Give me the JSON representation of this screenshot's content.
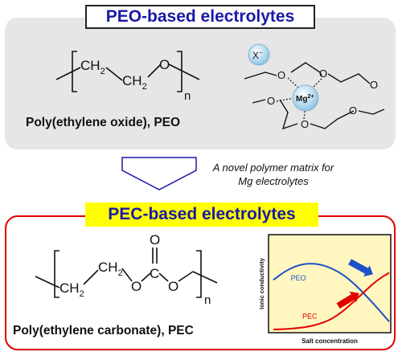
{
  "peo_section": {
    "title": "PEO-based electrolytes",
    "structure": {
      "ch2_a": "CH",
      "ch2_b": "CH",
      "sub2": "2",
      "oxygen": "O",
      "n": "n"
    },
    "name": "Poly(ethylene oxide), PEO",
    "complex": {
      "anion": "X",
      "anion_charge": "−",
      "cation": "Mg",
      "cation_charge": "2+",
      "oxygen": "O"
    }
  },
  "arrow_note": {
    "line1": "A novel polymer matrix for",
    "line2": "Mg electrolytes"
  },
  "pec_section": {
    "title": "PEC-based electrolytes",
    "structure": {
      "ch2_a": "CH",
      "ch2_b": "CH",
      "sub2": "2",
      "oxygen": "O",
      "carbon": "C",
      "n": "n"
    },
    "name": "Poly(ethylene carbonate), PEC"
  },
  "colors": {
    "title_text": "#1a1aa6",
    "pec_highlight": "#ffff00",
    "pec_border": "#e00000",
    "peo_line": "#1e50c8",
    "pec_line": "#e00000",
    "chart_bg": "#fff7bf"
  },
  "chart_data": {
    "type": "line",
    "title": "",
    "xlabel": "Salt concentration",
    "ylabel": "Ionic conductivity",
    "qualitative": true,
    "series": [
      {
        "name": "PEO",
        "x": [
          0,
          1,
          2,
          3,
          4,
          5,
          6,
          7,
          8,
          9,
          10
        ],
        "y": [
          6.3,
          7.4,
          8.1,
          8.4,
          8.3,
          7.8,
          7.0,
          5.8,
          4.3,
          2.7,
          1.0
        ],
        "color": "#1e50c8"
      },
      {
        "name": "PEC",
        "x": [
          0,
          1,
          2,
          3,
          4,
          5,
          6,
          7,
          8,
          9,
          10
        ],
        "y": [
          0.0,
          0.05,
          0.15,
          0.35,
          0.7,
          1.3,
          2.3,
          3.6,
          5.0,
          6.3,
          7.2
        ],
        "color": "#e00000"
      }
    ],
    "annotations": [
      {
        "shape": "arrow",
        "color": "#1e50c8",
        "direction": "down-right"
      },
      {
        "shape": "arrow",
        "color": "#e00000",
        "direction": "up-right"
      }
    ]
  }
}
